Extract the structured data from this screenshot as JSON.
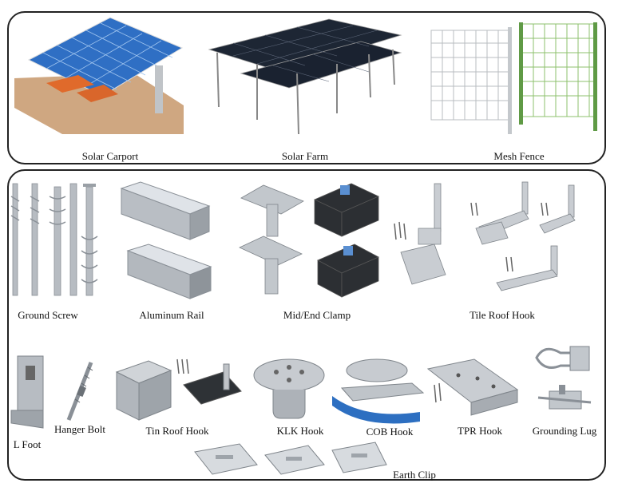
{
  "top_row": {
    "items": [
      {
        "name": "solar-carport",
        "label": "Solar Carport"
      },
      {
        "name": "solar-farm",
        "label": "Solar Farm"
      },
      {
        "name": "mesh-fence",
        "label": "Mesh Fence"
      }
    ]
  },
  "components": {
    "items": [
      {
        "name": "ground-screw",
        "label": "Ground Screw"
      },
      {
        "name": "aluminum-rail",
        "label": "Aluminum Rail"
      },
      {
        "name": "mid-end-clamp",
        "label": "Mid/End Clamp"
      },
      {
        "name": "tile-roof-hook",
        "label": "Tile Roof Hook"
      },
      {
        "name": "l-foot",
        "label": "L Foot"
      },
      {
        "name": "hanger-bolt",
        "label": "Hanger Bolt"
      },
      {
        "name": "tin-roof-hook",
        "label": "Tin Roof Hook"
      },
      {
        "name": "klk-hook",
        "label": "KLK Hook"
      },
      {
        "name": "cob-hook",
        "label": "COB Hook"
      },
      {
        "name": "tpr-hook",
        "label": "TPR Hook"
      },
      {
        "name": "grounding-lug",
        "label": "Grounding Lug"
      },
      {
        "name": "earth-clip",
        "label": "Earth Clip"
      }
    ]
  },
  "colors": {
    "panel_blue": "#2f6fc4",
    "metal": "#b9bec4",
    "fence_green": "#6aa84f",
    "ground": "#c9a27c"
  }
}
